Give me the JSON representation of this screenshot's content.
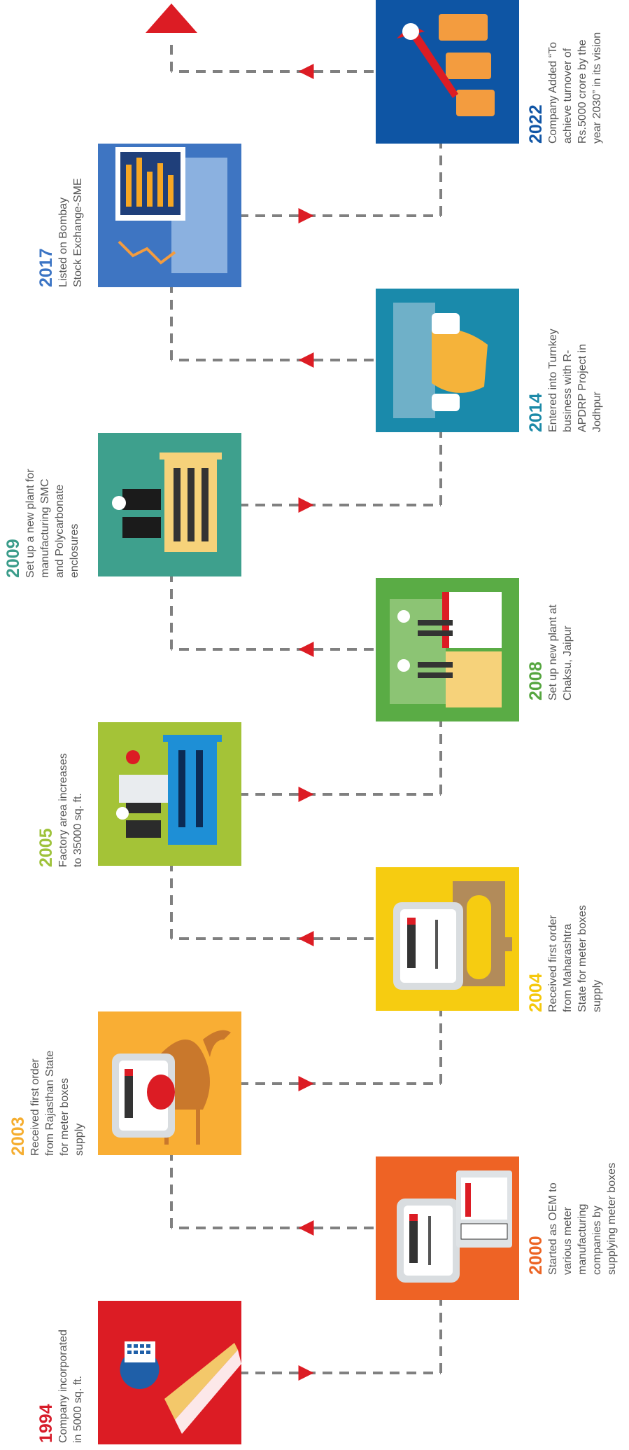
{
  "milestones": [
    {
      "year": "1994",
      "lines": [
        "Company incorporated",
        "in 5000 sq. ft."
      ],
      "year_color": "#d71c2a",
      "tile_color": "#dc1c24",
      "icon": "building-location-icon"
    },
    {
      "year": "2000",
      "lines": [
        "Started as OEM to",
        "various meter",
        "manufacturing",
        "companies by",
        "supplying meter boxes"
      ],
      "year_color": "#ec6424",
      "tile_color": "#ee6325",
      "icon": "meter-box-icon"
    },
    {
      "year": "2003",
      "lines": [
        "Received first order",
        "from Rajasthan State",
        "for meter boxes",
        "supply"
      ],
      "year_color": "#f5ad2f",
      "tile_color": "#f9ae34",
      "icon": "meter-camel-icon"
    },
    {
      "year": "2004",
      "lines": [
        "Received first order",
        "from Maharashtra",
        "State for meter boxes",
        "supply"
      ],
      "year_color": "#f5c80c",
      "tile_color": "#f6cc11",
      "icon": "meter-gateway-icon"
    },
    {
      "year": "2005",
      "lines": [
        "Factory area increases",
        "to 35000 sq. ft."
      ],
      "year_color": "#9ec23a",
      "tile_color": "#a4c337",
      "icon": "factory-icon"
    },
    {
      "year": "2008",
      "lines": [
        "Set up new plant at",
        "Chaksu, Jaipur"
      ],
      "year_color": "#56a640",
      "tile_color": "#5aac45",
      "icon": "plant-palace-icon"
    },
    {
      "year": "2009",
      "lines": [
        "Set up a new plant for",
        "manufacturing SMC",
        "and Polycarbonate",
        "enclosures"
      ],
      "year_color": "#3a9c8a",
      "tile_color": "#3ea08d",
      "icon": "factory-icon"
    },
    {
      "year": "2014",
      "lines": [
        "Entered into Turnkey",
        "business with R-",
        "APDRP Project in",
        "Jodhpur"
      ],
      "year_color": "#1c8aa8",
      "tile_color": "#1a8aab",
      "icon": "handshake-icon"
    },
    {
      "year": "2017",
      "lines": [
        "Listed on Bombay",
        "Stock Exchange-SME"
      ],
      "year_color": "#3b74c4",
      "tile_color": "#3e75c2",
      "icon": "stock-exchange-icon"
    },
    {
      "year": "2022",
      "lines": [
        "Company Added “To",
        "achieve turnover of",
        "Rs.5000 crore by the",
        "year 2030” in its vision"
      ],
      "year_color": "#1156a6",
      "tile_color": "#0e55a4",
      "icon": "rupee-growth-icon"
    }
  ],
  "colors": {
    "connector": "#808080",
    "arrow": "#dc1c24"
  }
}
